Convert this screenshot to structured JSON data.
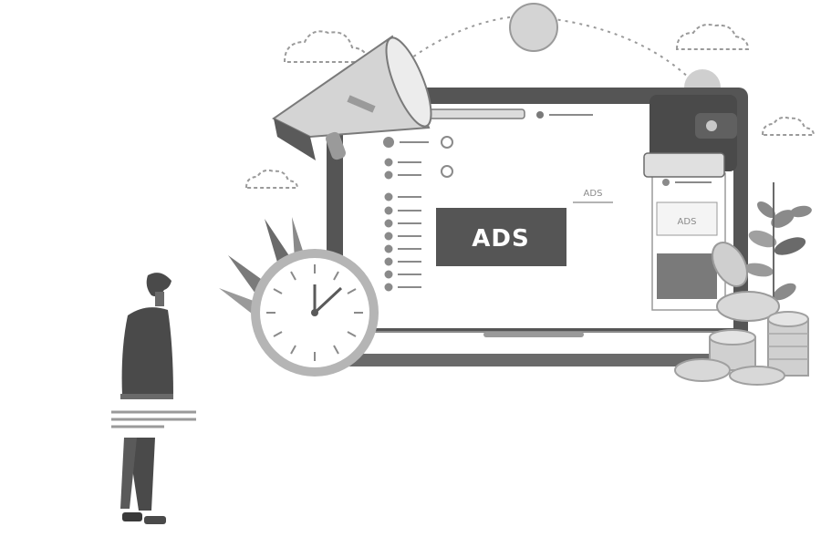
{
  "banner": {
    "label": "ADS"
  },
  "sticker_top": {
    "label": "ADS"
  },
  "sticker_mid": {
    "label": "ADS"
  },
  "palette": {
    "dark": "#3a3a3a",
    "mid": "#6e6e6e",
    "light": "#bdbdbd",
    "pale": "#e2e2e2",
    "white": "#ffffff"
  }
}
